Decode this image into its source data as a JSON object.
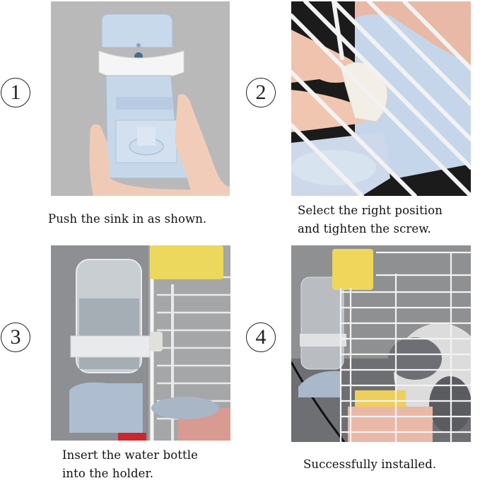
{
  "steps": [
    {
      "number": "1",
      "caption_lines": [
        "Push the sink in as shown."
      ],
      "photo": "hand-holding-feeder-holder"
    },
    {
      "number": "2",
      "caption_lines": [
        "Select the right position",
        "and tighten the screw."
      ],
      "photo": "tightening-screw-on-cage"
    },
    {
      "number": "3",
      "caption_lines": [
        "Insert the water bottle",
        "into the holder."
      ],
      "photo": "water-bottle-in-holder"
    },
    {
      "number": "4",
      "caption_lines": [
        "Successfully installed."
      ],
      "photo": "installed-with-rabbit"
    }
  ],
  "colors": {
    "background": "#ffffff",
    "photo_bg_gray": "#b9b9b9",
    "feeder_blue": "#c9d8ea",
    "cage_wire": "#f2f2f2",
    "accent_yellow": "#f2dc5a",
    "dark_bg": "#1a1a1a",
    "skin": "#f0c9b3"
  }
}
